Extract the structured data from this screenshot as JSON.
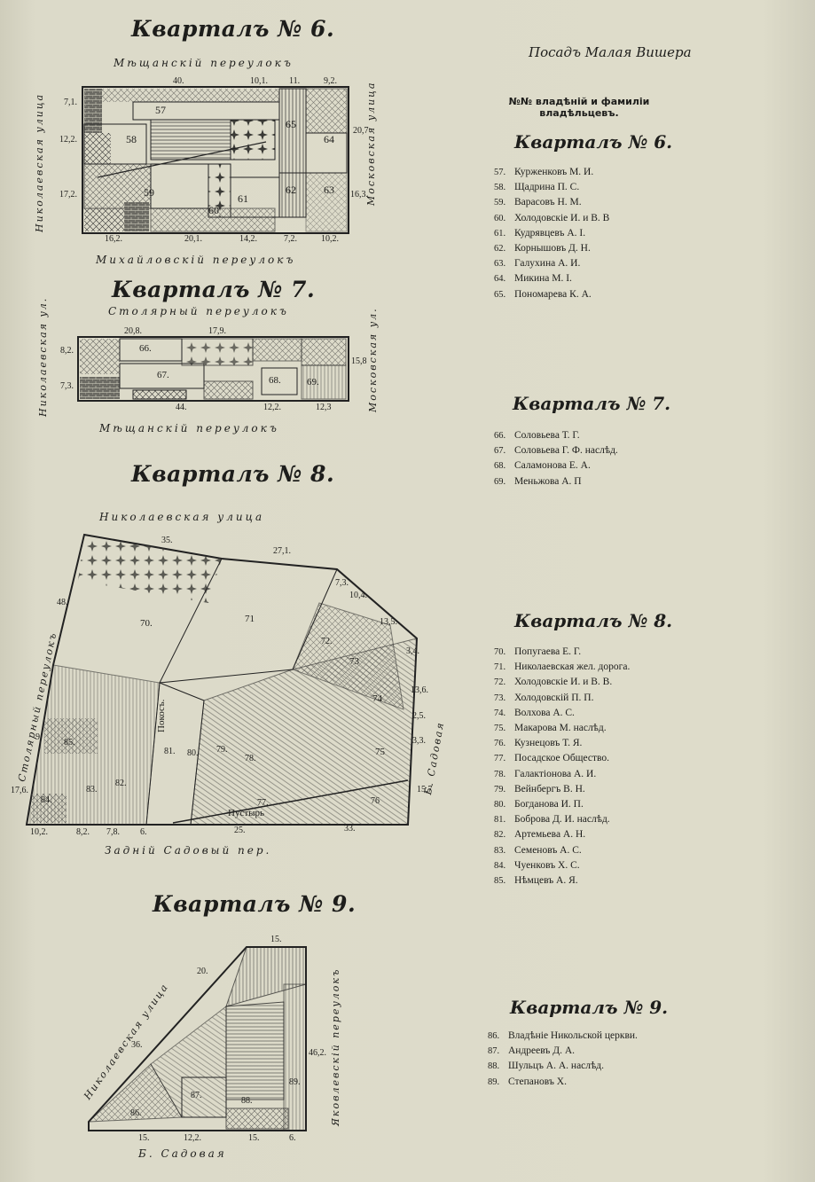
{
  "header": {
    "town": "Посадъ Малая Вишера",
    "list_caption": "№№ владѣній и фамиліи владѣльцевъ."
  },
  "blocks": [
    {
      "title": "Кварталъ № 6.",
      "streets": {
        "top": "Мѣщанскій переулокъ",
        "bottom": "Михайловскій переулокъ",
        "left": "Николаевская улица",
        "right": "Московская улица"
      },
      "plot_labels": [
        "57",
        "58",
        "59",
        "60",
        "61",
        "62",
        "63",
        "64",
        "65"
      ],
      "lot_numbers": [
        "40.",
        "10,1.",
        "11.",
        "9,2.",
        "7,1.",
        "12,2.",
        "17,2.",
        "20,7",
        "16,3.",
        "16,2.",
        "20,1.",
        "14,2.",
        "7,2.",
        "10,2."
      ]
    },
    {
      "title": "Кварталъ № 7.",
      "streets": {
        "top": "Столярный переулокъ",
        "bottom": "Мѣщанскій переулокъ",
        "left": "Николаевская ул.",
        "right": "Московская ул."
      },
      "plot_labels": [
        "66.",
        "67.",
        "68.",
        "69."
      ],
      "lot_numbers": [
        "20,8.",
        "17,9.",
        "8,2.",
        "7,3.",
        "15,8",
        "44.",
        "12,2.",
        "12,3"
      ]
    },
    {
      "title": "Кварталъ № 8.",
      "streets": {
        "top": "Николаевская улица",
        "bottom": "Задній Садовый пер.",
        "left": "Столярный переулокъ",
        "right": "Б. Садовая"
      },
      "plot_labels": [
        "70.",
        "71",
        "72.",
        "73",
        "74",
        "75",
        "76",
        "77.",
        "78.",
        "79.",
        "80.",
        "81.",
        "82.",
        "83.",
        "84.",
        "85."
      ],
      "lot_numbers": [
        "35.",
        "27,1.",
        "7,3.",
        "10,4.",
        "13,5.",
        "3,4.",
        "13,6.",
        "2,5.",
        "3,3.",
        "15,7",
        "33.",
        "25.",
        "6.",
        "7,8.",
        "8,2.",
        "10,2.",
        "17,6.",
        "9.",
        "48."
      ],
      "place_labels": [
        "Покосъ.",
        "Пустырь"
      ]
    },
    {
      "title": "Кварталъ № 9.",
      "streets": {
        "left": "Николаевская улица",
        "right": "Яковлевскій переулокъ",
        "bottom": "Б. Садовая"
      },
      "plot_labels": [
        "86.",
        "87.",
        "88.",
        "89."
      ],
      "lot_numbers": [
        "15.",
        "20.",
        "36.",
        "46,2.",
        "15.",
        "12,2.",
        "15.",
        "6."
      ]
    }
  ],
  "owner_lists": [
    {
      "title": "Кварталъ № 6.",
      "entries": [
        {
          "no": "57.",
          "name": "Курженковъ М. И."
        },
        {
          "no": "58.",
          "name": "Щадрина П. С."
        },
        {
          "no": "59.",
          "name": "Варасовъ Н. М."
        },
        {
          "no": "60.",
          "name": "Холодовскіе И. и В. В"
        },
        {
          "no": "61.",
          "name": "Кудрявцевъ А. І."
        },
        {
          "no": "62.",
          "name": "Корнышовъ Д. Н."
        },
        {
          "no": "63.",
          "name": "Галухина А. И."
        },
        {
          "no": "64.",
          "name": "Микина М. І."
        },
        {
          "no": "65.",
          "name": "Пономарева К. А."
        }
      ]
    },
    {
      "title": "Кварталъ № 7.",
      "entries": [
        {
          "no": "66.",
          "name": "Соловьева Т. Г."
        },
        {
          "no": "67.",
          "name": "Соловьева Г. Ф. наслѣд."
        },
        {
          "no": "68.",
          "name": "Саламонова Е. А."
        },
        {
          "no": "69.",
          "name": "Меньжова А. П"
        }
      ]
    },
    {
      "title": "Кварталъ № 8.",
      "entries": [
        {
          "no": "70.",
          "name": "Попугаева Е. Г."
        },
        {
          "no": "71.",
          "name": "Николаевская жел. дорога."
        },
        {
          "no": "72.",
          "name": "Холодовскіе И. и В. В."
        },
        {
          "no": "73.",
          "name": "Холодовскій П. П."
        },
        {
          "no": "74.",
          "name": "Волхова А. С."
        },
        {
          "no": "75.",
          "name": "Макарова М. наслѣд."
        },
        {
          "no": "76.",
          "name": "Кузнецовъ Т. Я."
        },
        {
          "no": "77.",
          "name": "Посадское Общество."
        },
        {
          "no": "78.",
          "name": "Галактіонова А. И."
        },
        {
          "no": "79.",
          "name": "Вейнбергъ В. Н."
        },
        {
          "no": "80.",
          "name": "Богданова И. П."
        },
        {
          "no": "81.",
          "name": "Боброва Д. И. наслѣд."
        },
        {
          "no": "82.",
          "name": "Артемьева А. Н."
        },
        {
          "no": "83.",
          "name": "Семеновъ А. С."
        },
        {
          "no": "84.",
          "name": "Чуенковъ Х. С."
        },
        {
          "no": "85.",
          "name": "Нѣмцевъ А. Я."
        }
      ]
    },
    {
      "title": "Кварталъ № 9.",
      "entries": [
        {
          "no": "86.",
          "name": "Владѣніе Никольской церкви."
        },
        {
          "no": "87.",
          "name": "Андреевъ Д. А."
        },
        {
          "no": "88.",
          "name": "Шульцъ А. А. наслѣд."
        },
        {
          "no": "89.",
          "name": "Степановъ Х."
        }
      ]
    }
  ]
}
